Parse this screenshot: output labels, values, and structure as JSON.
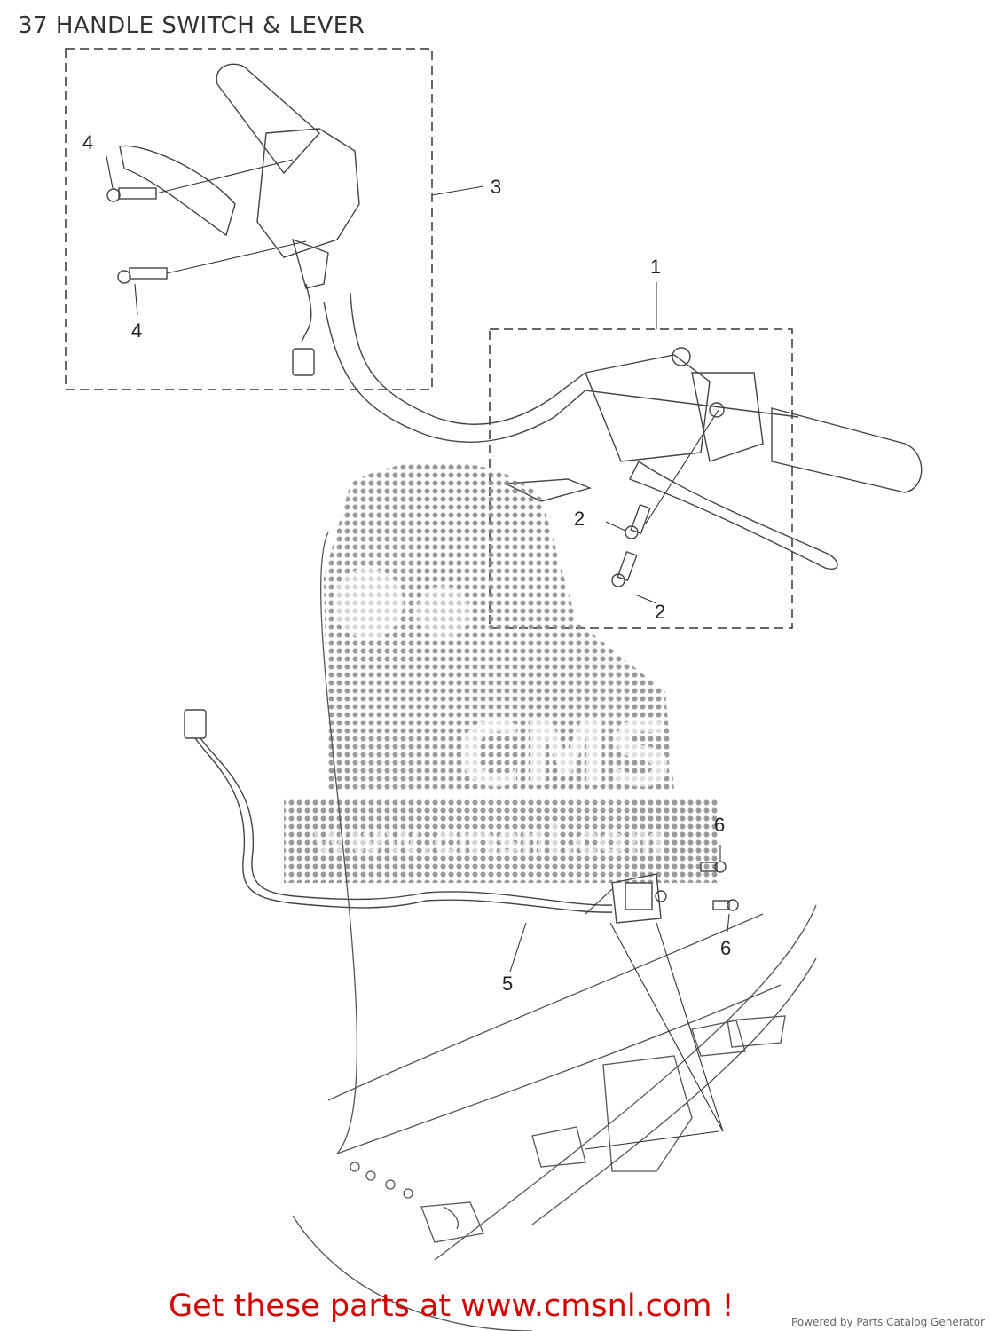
{
  "title": "37 HANDLE SWITCH & LEVER",
  "callouts": [
    "1",
    "2",
    "2",
    "3",
    "4",
    "4",
    "5",
    "6",
    "6"
  ],
  "watermark": {
    "logo_text": "CMS",
    "url_text": "www.cmsnl.com"
  },
  "footer": {
    "cta": "Get these parts at www.cmsnl.com !",
    "credit": "Powered by Parts Catalog Generator"
  },
  "colors": {
    "cta": "#d60000",
    "line": "#333333",
    "watermark": "#888888"
  }
}
